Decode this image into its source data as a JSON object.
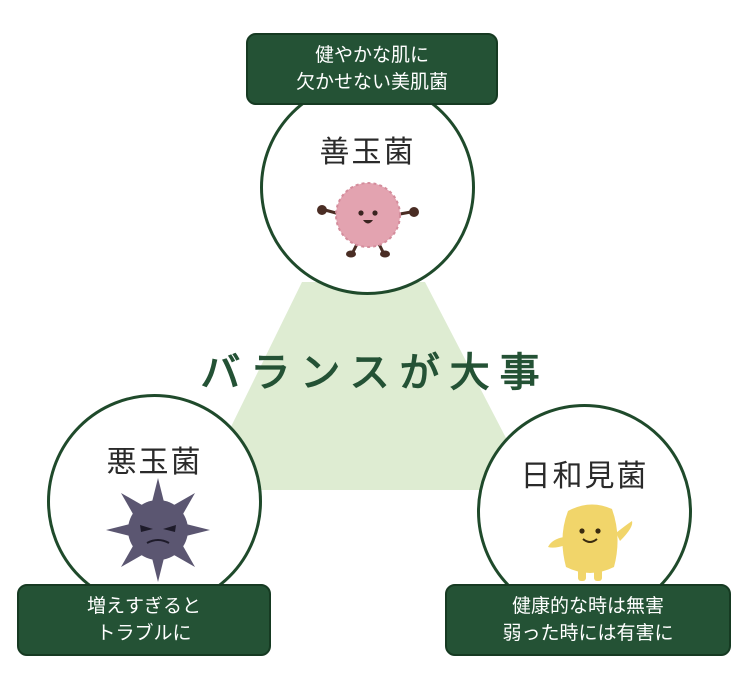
{
  "center_label": "バランスが大事",
  "good": {
    "title": "善玉菌",
    "caption_line1": "健やかな肌に",
    "caption_line2": "欠かせない美肌菌"
  },
  "bad": {
    "title": "悪玉菌",
    "caption_line1": "増えすぎると",
    "caption_line2": "トラブルに"
  },
  "neutral": {
    "title": "日和見菌",
    "caption_line1": "健康的な時は無害",
    "caption_line2": "弱った時には有害に"
  },
  "colors": {
    "dark_green": "#245235",
    "triangle_fill": "#deecd2",
    "good_bacteria": "#e3a3b0",
    "bad_bacteria": "#5b5671",
    "neutral_bacteria": "#f1d56a"
  }
}
